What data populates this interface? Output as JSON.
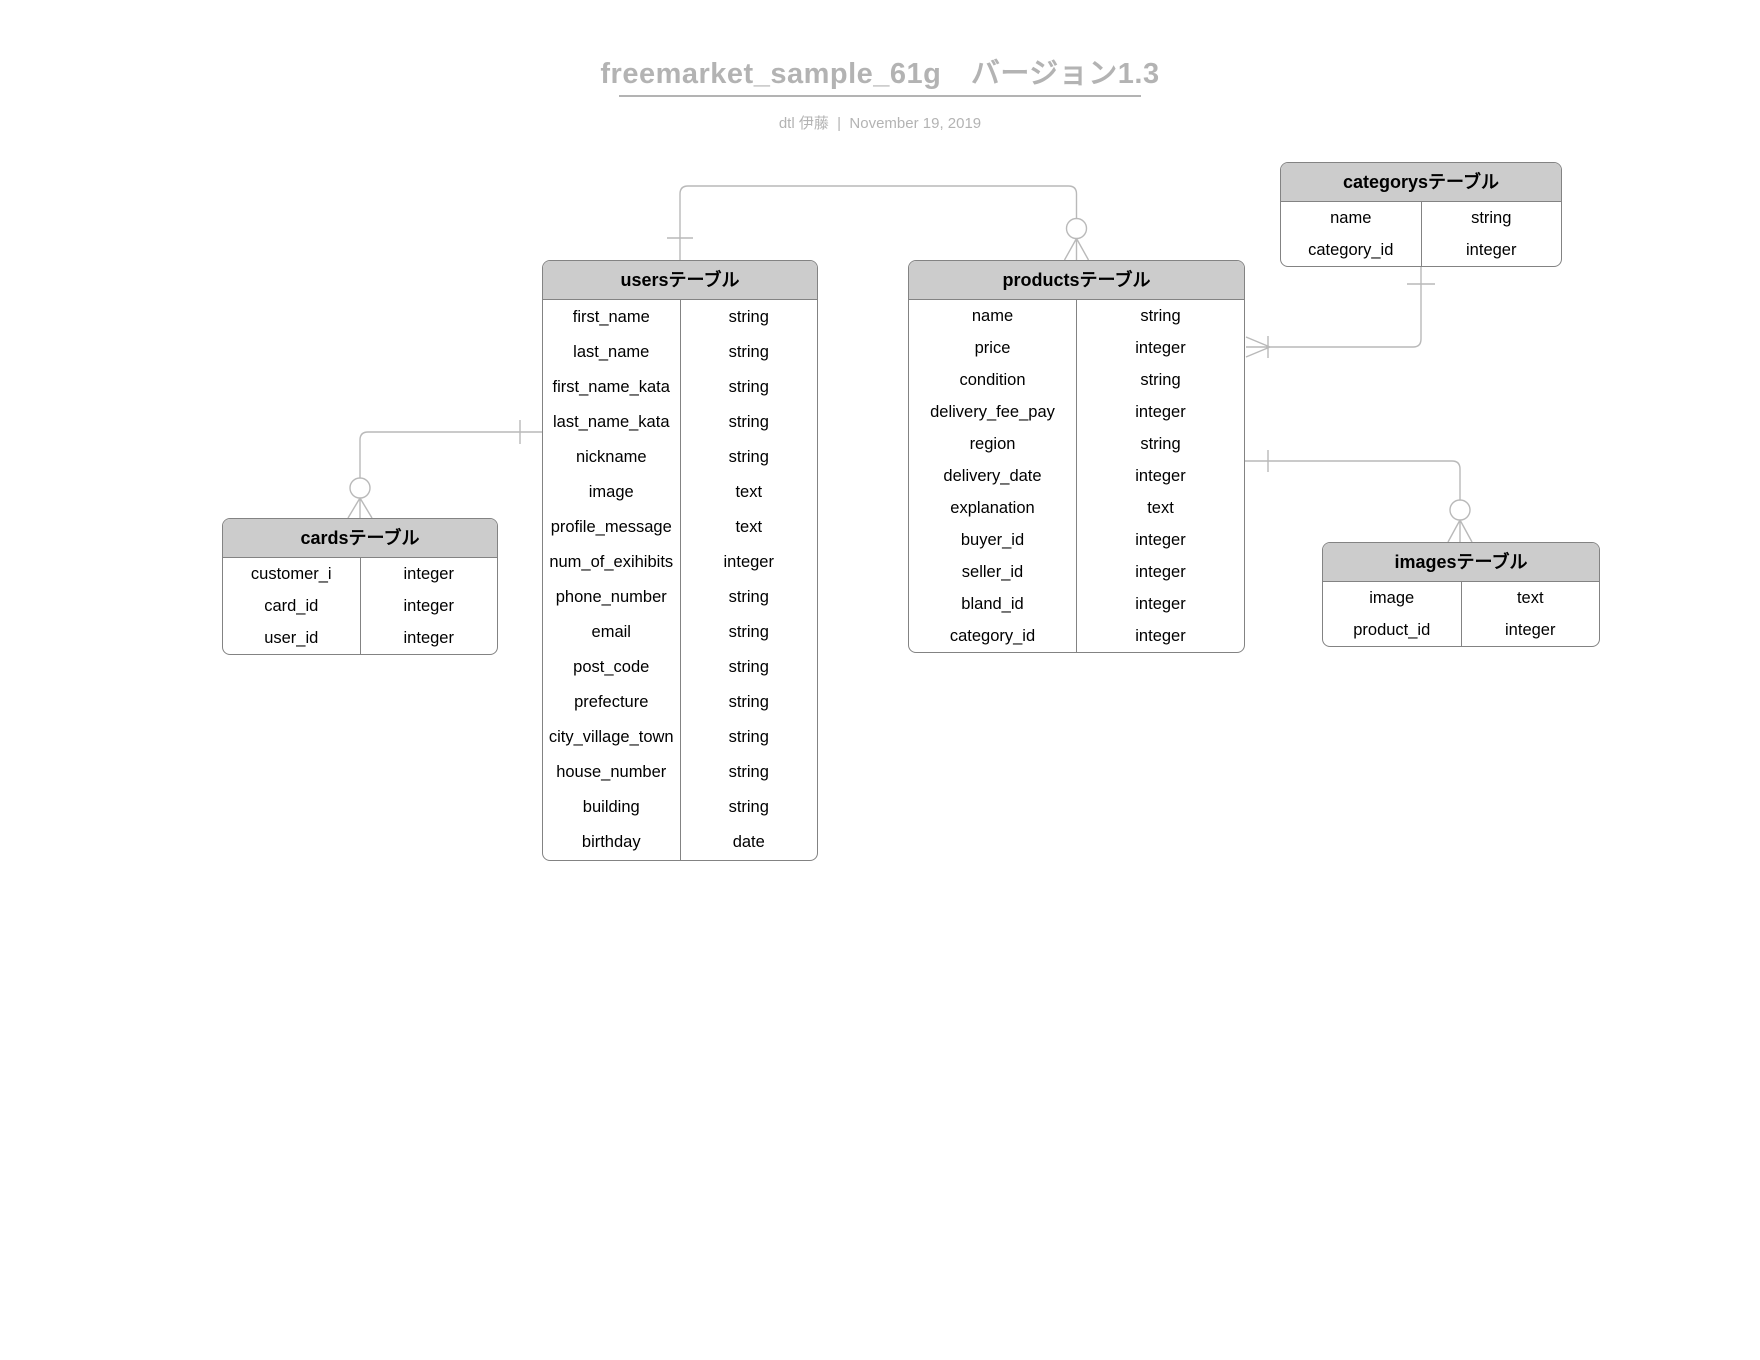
{
  "page": {
    "title": "freemarket_sample_61g　バージョン1.3",
    "subtitle": "dtl 伊藤  |  November 19, 2019"
  },
  "diagram": {
    "colors": {
      "header_fill": "#cccccc",
      "border": "#838383",
      "connector": "#b9b9b9",
      "muted_text": "#b3b3b3",
      "field_text": "#000000"
    },
    "entities": {
      "cards": {
        "title": "cardsテーブル",
        "fields": [
          {
            "name": "customer_i",
            "type": "integer"
          },
          {
            "name": "card_id",
            "type": "integer"
          },
          {
            "name": "user_id",
            "type": "integer"
          }
        ]
      },
      "users": {
        "title": "usersテーブル",
        "fields": [
          {
            "name": "first_name",
            "type": "string"
          },
          {
            "name": "last_name",
            "type": "string"
          },
          {
            "name": "first_name_kata",
            "type": "string"
          },
          {
            "name": "last_name_kata",
            "type": "string"
          },
          {
            "name": "nickname",
            "type": "string"
          },
          {
            "name": "image",
            "type": "text"
          },
          {
            "name": "profile_message",
            "type": "text"
          },
          {
            "name": "num_of_exihibits",
            "type": "integer"
          },
          {
            "name": "phone_number",
            "type": "string"
          },
          {
            "name": "email",
            "type": "string"
          },
          {
            "name": "post_code",
            "type": "string"
          },
          {
            "name": "prefecture",
            "type": "string"
          },
          {
            "name": "city_village_town",
            "type": "string"
          },
          {
            "name": "house_number",
            "type": "string"
          },
          {
            "name": "building",
            "type": "string"
          },
          {
            "name": "birthday",
            "type": "date"
          }
        ]
      },
      "products": {
        "title": "productsテーブル",
        "fields": [
          {
            "name": "name",
            "type": "string"
          },
          {
            "name": "price",
            "type": "integer"
          },
          {
            "name": "condition",
            "type": "string"
          },
          {
            "name": "delivery_fee_pay",
            "type": "integer"
          },
          {
            "name": "region",
            "type": "string"
          },
          {
            "name": "delivery_date",
            "type": "integer"
          },
          {
            "name": "explanation",
            "type": "text"
          },
          {
            "name": "buyer_id",
            "type": "integer"
          },
          {
            "name": "seller_id",
            "type": "integer"
          },
          {
            "name": "bland_id",
            "type": "integer"
          },
          {
            "name": "category_id",
            "type": "integer"
          }
        ]
      },
      "categorys": {
        "title": "categorysテーブル",
        "fields": [
          {
            "name": "name",
            "type": "string"
          },
          {
            "name": "category_id",
            "type": "integer"
          }
        ]
      },
      "images": {
        "title": "imagesテーブル",
        "fields": [
          {
            "name": "image",
            "type": "text"
          },
          {
            "name": "product_id",
            "type": "integer"
          }
        ]
      }
    },
    "relationships": [
      {
        "from": "users",
        "to": "products",
        "from_cardinality": "one",
        "to_cardinality": "zero-or-many"
      },
      {
        "from": "users",
        "to": "cards",
        "from_cardinality": "one",
        "to_cardinality": "zero-or-many"
      },
      {
        "from": "categorys",
        "to": "products",
        "from_cardinality": "one",
        "to_cardinality": "one-or-many"
      },
      {
        "from": "products",
        "to": "images",
        "from_cardinality": "one",
        "to_cardinality": "zero-or-many"
      }
    ]
  }
}
